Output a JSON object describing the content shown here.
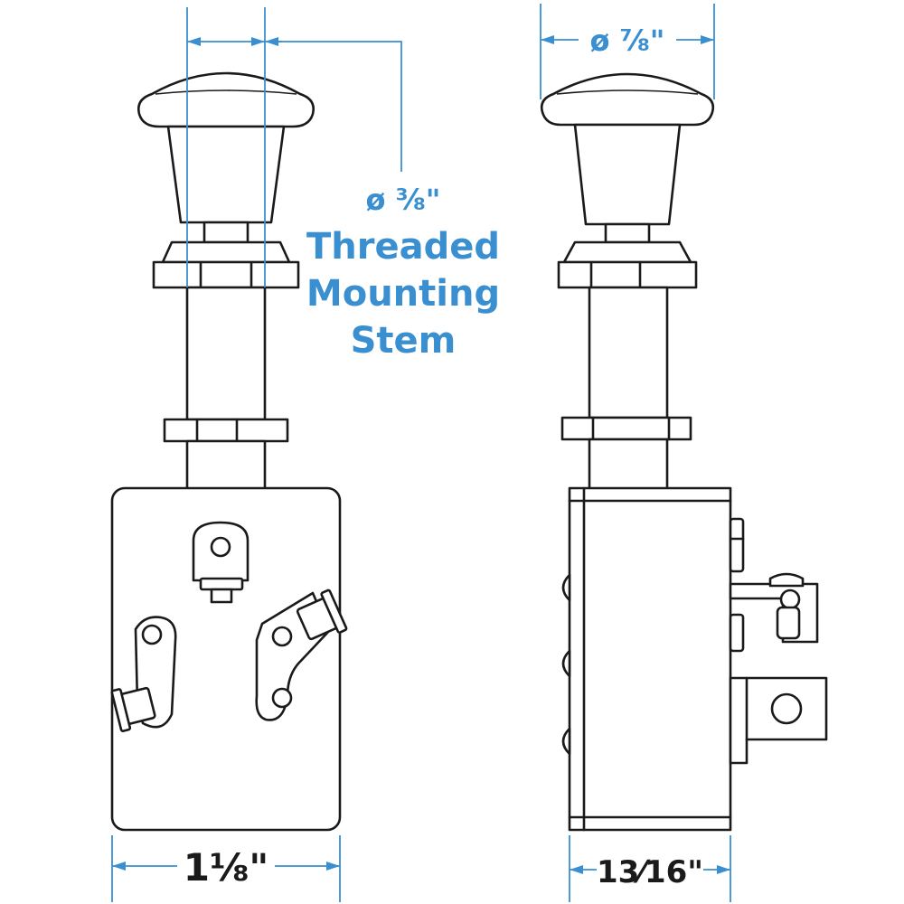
{
  "dimensions": {
    "head_diameter": "ø ⅞\"",
    "stem_diameter": "ø ⅜\"",
    "body_width": "1⅛\"",
    "body_depth": "13⁄16\""
  },
  "callout": {
    "line1": "Threaded",
    "line2": "Mounting",
    "line3": "Stem"
  },
  "colors": {
    "dimension": "#3a8fd0",
    "outline": "#1a1a1a"
  }
}
